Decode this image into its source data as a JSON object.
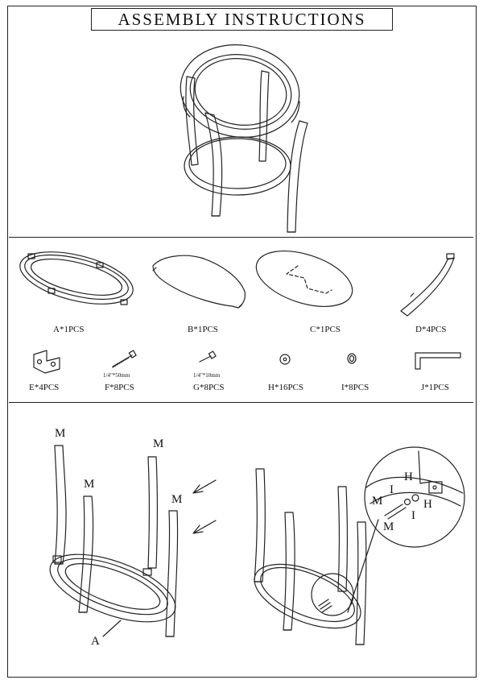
{
  "title": "ASSEMBLY INSTRUCTIONS",
  "parts": [
    {
      "label": "A*1PCS"
    },
    {
      "label": "B*1PCS"
    },
    {
      "label": "C*1PCS"
    },
    {
      "label": "D*4PCS"
    },
    {
      "label": "E*4PCS"
    },
    {
      "label": "F*8PCS",
      "spec": "1/4\"*50mm"
    },
    {
      "label": "G*8PCS",
      "spec": "1/4\"*10mm"
    },
    {
      "label": "H*16PCS"
    },
    {
      "label": "I*8PCS"
    },
    {
      "label": "J*1PCS"
    }
  ],
  "step": {
    "left_callouts": [
      "M",
      "M",
      "M",
      "M",
      "A"
    ],
    "detail_callouts": [
      "H",
      "I",
      "M",
      "H",
      "I",
      "M"
    ]
  }
}
